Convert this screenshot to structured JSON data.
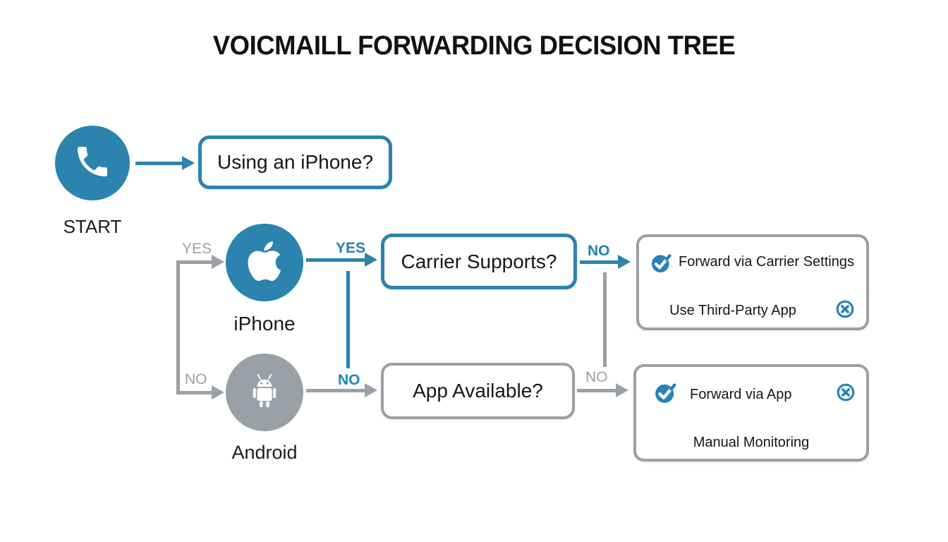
{
  "title": "VOICMAILL FORWARDING DECISION TREE",
  "start": {
    "label": "START",
    "icon": "phone-icon"
  },
  "nodes": {
    "using_iphone": {
      "label": "Using an iPhone?"
    },
    "iphone": {
      "label": "iPhone",
      "icon": "apple-icon"
    },
    "android": {
      "label": "Android",
      "icon": "android-icon"
    },
    "carrier_supports": {
      "label": "Carrier Supports?"
    },
    "app_available": {
      "label": "App Available?"
    },
    "result_carrier": {
      "primary": "Forward via Carrier Settings",
      "secondary": "Use Third-Party App",
      "primary_icon": "check-circle-icon",
      "secondary_icon": "x-circle-icon"
    },
    "result_app": {
      "primary": "Forward via App",
      "secondary": "Manual Monitoring",
      "primary_icon": "check-circle-icon",
      "secondary_icon": "x-circle-icon"
    }
  },
  "edge_labels": {
    "iphone_branch_yes": "YES",
    "iphone_branch_no": "NO",
    "carrier_yes": "YES",
    "carrier_no": "NO",
    "app_route_no": "NO",
    "app_no": "NO"
  },
  "colors": {
    "accent_blue": "#2b83ae",
    "icon_blue": "#2583b4",
    "neutral_gray": "#9aa0a5",
    "text": "#161616",
    "background": "#ffffff"
  }
}
